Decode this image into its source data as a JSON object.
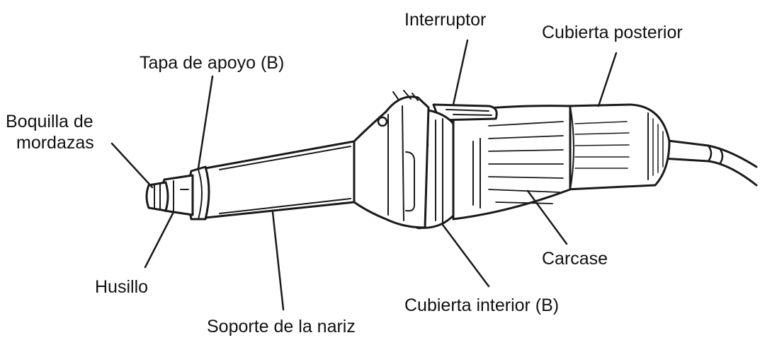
{
  "labels": {
    "boquilla_line1": "Boquilla de",
    "boquilla_line2": "mordazas",
    "tapa": "Tapa de apoyo (B)",
    "interruptor": "Interruptor",
    "cubierta_posterior": "Cubierta posterior",
    "husillo": "Husillo",
    "soporte": "Soporte de la nariz",
    "cubierta_interior": "Cubierta interior (B)",
    "carcase": "Carcase"
  },
  "colors": {
    "ink": "#1a1a1a",
    "text": "#111111",
    "background": "#ffffff"
  }
}
